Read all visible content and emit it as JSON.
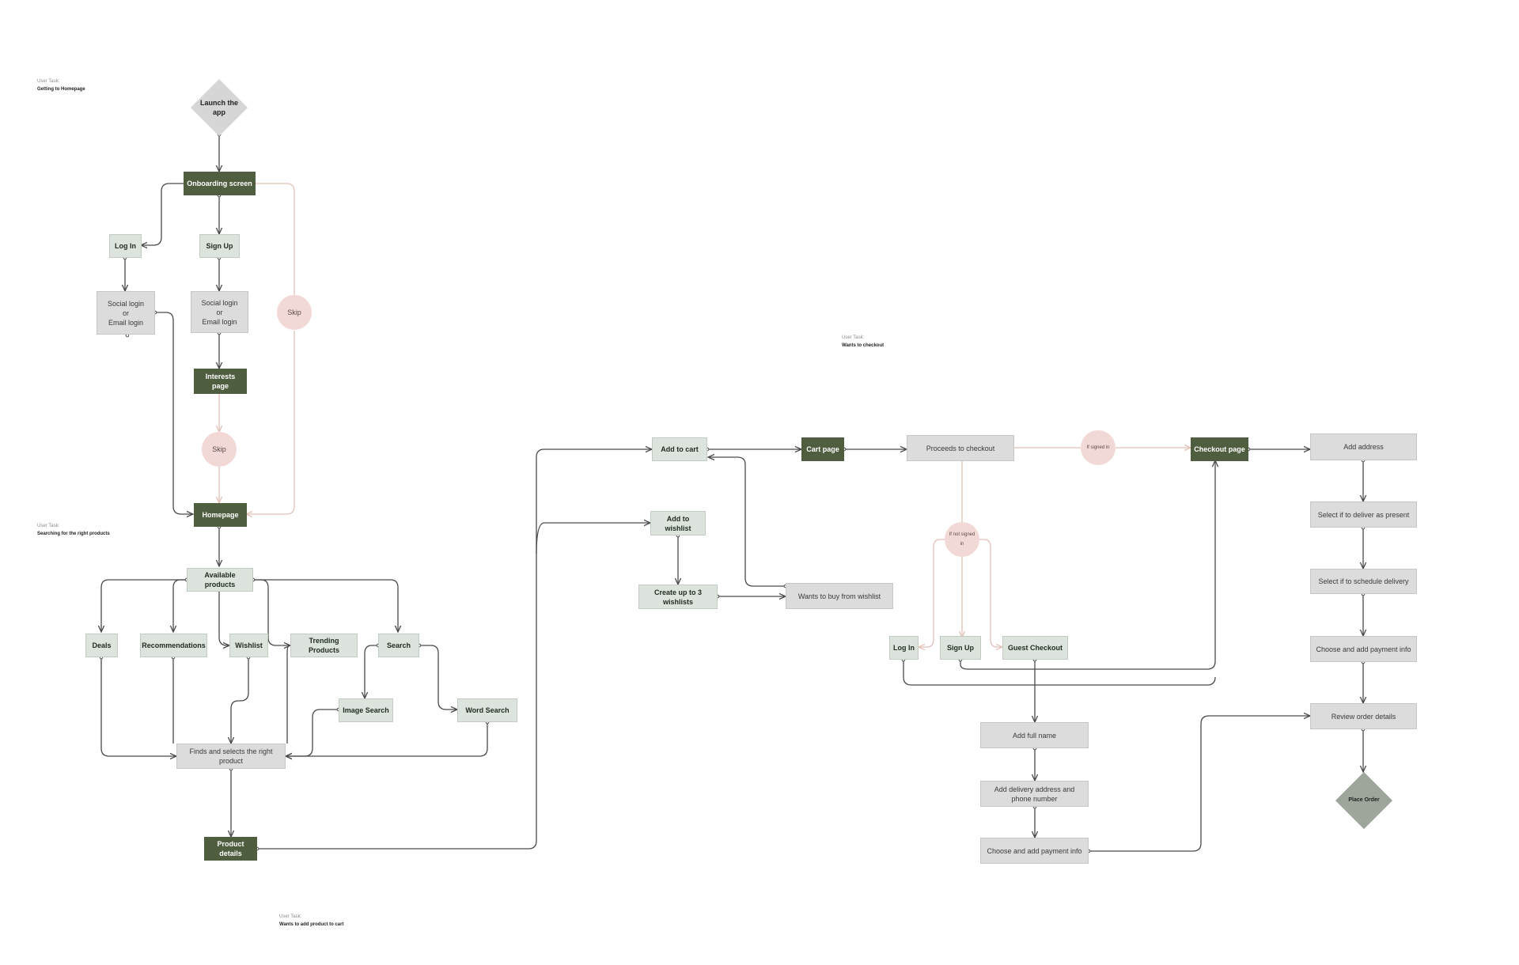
{
  "tasks": {
    "homepage": {
      "label": "User Task:",
      "title": "Getting to Homepage"
    },
    "search": {
      "label": "User Task:",
      "title": "Searching for the right products"
    },
    "cart": {
      "label": "User Task:",
      "title": "Wants to add product to cart"
    },
    "checkout": {
      "label": "User Task:",
      "title": "Wants to checkout"
    }
  },
  "nodes": {
    "launch_app": "Launch the app",
    "onboarding": "Onboarding screen",
    "login_1": "Log In",
    "signup_1": "Sign Up",
    "social_login_1": "Social login\nor\nEmail login",
    "social_login_2": "Social login\nor\nEmail login",
    "skip_1": "Skip",
    "interests": "Interests page",
    "skip_2": "Skip",
    "homepage": "Homepage",
    "available_products": "Available products",
    "deals": "Deals",
    "recommendations": "Recommendations",
    "wishlist": "Wishlist",
    "trending": "Trending Products",
    "search": "Search",
    "image_search": "Image Search",
    "word_search": "Word Search",
    "finds_product": "Finds and selects the right product",
    "product_details": "Product details",
    "add_to_cart": "Add to cart",
    "add_to_wishlist": "Add to wishlist",
    "create_wishlists": "Create up to 3 wishlists",
    "buy_from_wishlist": "Wants to buy from wishlist",
    "cart_page": "Cart page",
    "proceeds_checkout": "Proceeds to checkout",
    "if_signed_in": "If signed in",
    "if_not_signed_in": "If not signed in",
    "login_2": "Log In",
    "signup_2": "Sign Up",
    "guest_checkout": "Guest Checkout",
    "add_full_name": "Add full name",
    "add_delivery": "Add delivery address and phone number",
    "payment_guest": "Choose and add payment info",
    "checkout_page": "Checkout page",
    "add_address": "Add address",
    "deliver_present": "Select if to deliver as present",
    "schedule_delivery": "Select if to schedule delivery",
    "payment_info": "Choose and add payment info",
    "review_order": "Review order details",
    "place_order": "Place Order"
  },
  "colors": {
    "primary": "#505e40",
    "light": "#dde4de",
    "grey": "#dcdcdc",
    "decision": "#f2d9d6",
    "edge": "#4a4a4a",
    "edge_alt": "#e2c2b8"
  }
}
